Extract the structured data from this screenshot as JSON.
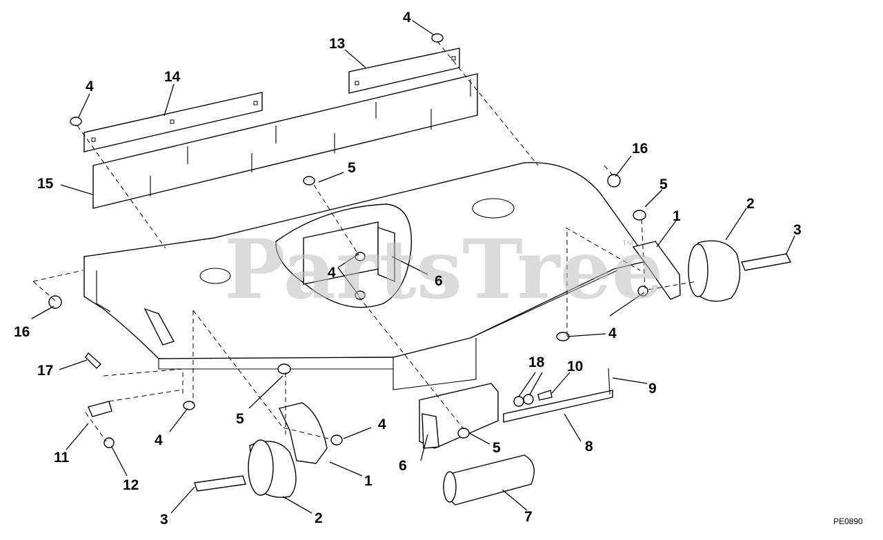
{
  "callouts": [
    {
      "id": "c1a",
      "text": "1"
    },
    {
      "id": "c1b",
      "text": "1"
    },
    {
      "id": "c2a",
      "text": "2"
    },
    {
      "id": "c2b",
      "text": "2"
    },
    {
      "id": "c3a",
      "text": "3"
    },
    {
      "id": "c3b",
      "text": "3"
    },
    {
      "id": "c4a",
      "text": "4"
    },
    {
      "id": "c4b",
      "text": "4"
    },
    {
      "id": "c4c",
      "text": "4"
    },
    {
      "id": "c4d",
      "text": "4"
    },
    {
      "id": "c4e",
      "text": "4"
    },
    {
      "id": "c4f",
      "text": "4"
    },
    {
      "id": "c5a",
      "text": "5"
    },
    {
      "id": "c5b",
      "text": "5"
    },
    {
      "id": "c5c",
      "text": "5"
    },
    {
      "id": "c5d",
      "text": "5"
    },
    {
      "id": "c6a",
      "text": "6"
    },
    {
      "id": "c6b",
      "text": "6"
    },
    {
      "id": "c7",
      "text": "7"
    },
    {
      "id": "c8",
      "text": "8"
    },
    {
      "id": "c9",
      "text": "9"
    },
    {
      "id": "c10",
      "text": "10"
    },
    {
      "id": "c11",
      "text": "11"
    },
    {
      "id": "c12",
      "text": "12"
    },
    {
      "id": "c13",
      "text": "13"
    },
    {
      "id": "c14",
      "text": "14"
    },
    {
      "id": "c15",
      "text": "15"
    },
    {
      "id": "c16a",
      "text": "16"
    },
    {
      "id": "c16b",
      "text": "16"
    },
    {
      "id": "c17",
      "text": "17"
    },
    {
      "id": "c18",
      "text": "18"
    }
  ],
  "drawing_code": "PE0890",
  "watermark": {
    "text": "PartsTree",
    "trademark": "TM",
    "color": "#bdbdbd"
  }
}
